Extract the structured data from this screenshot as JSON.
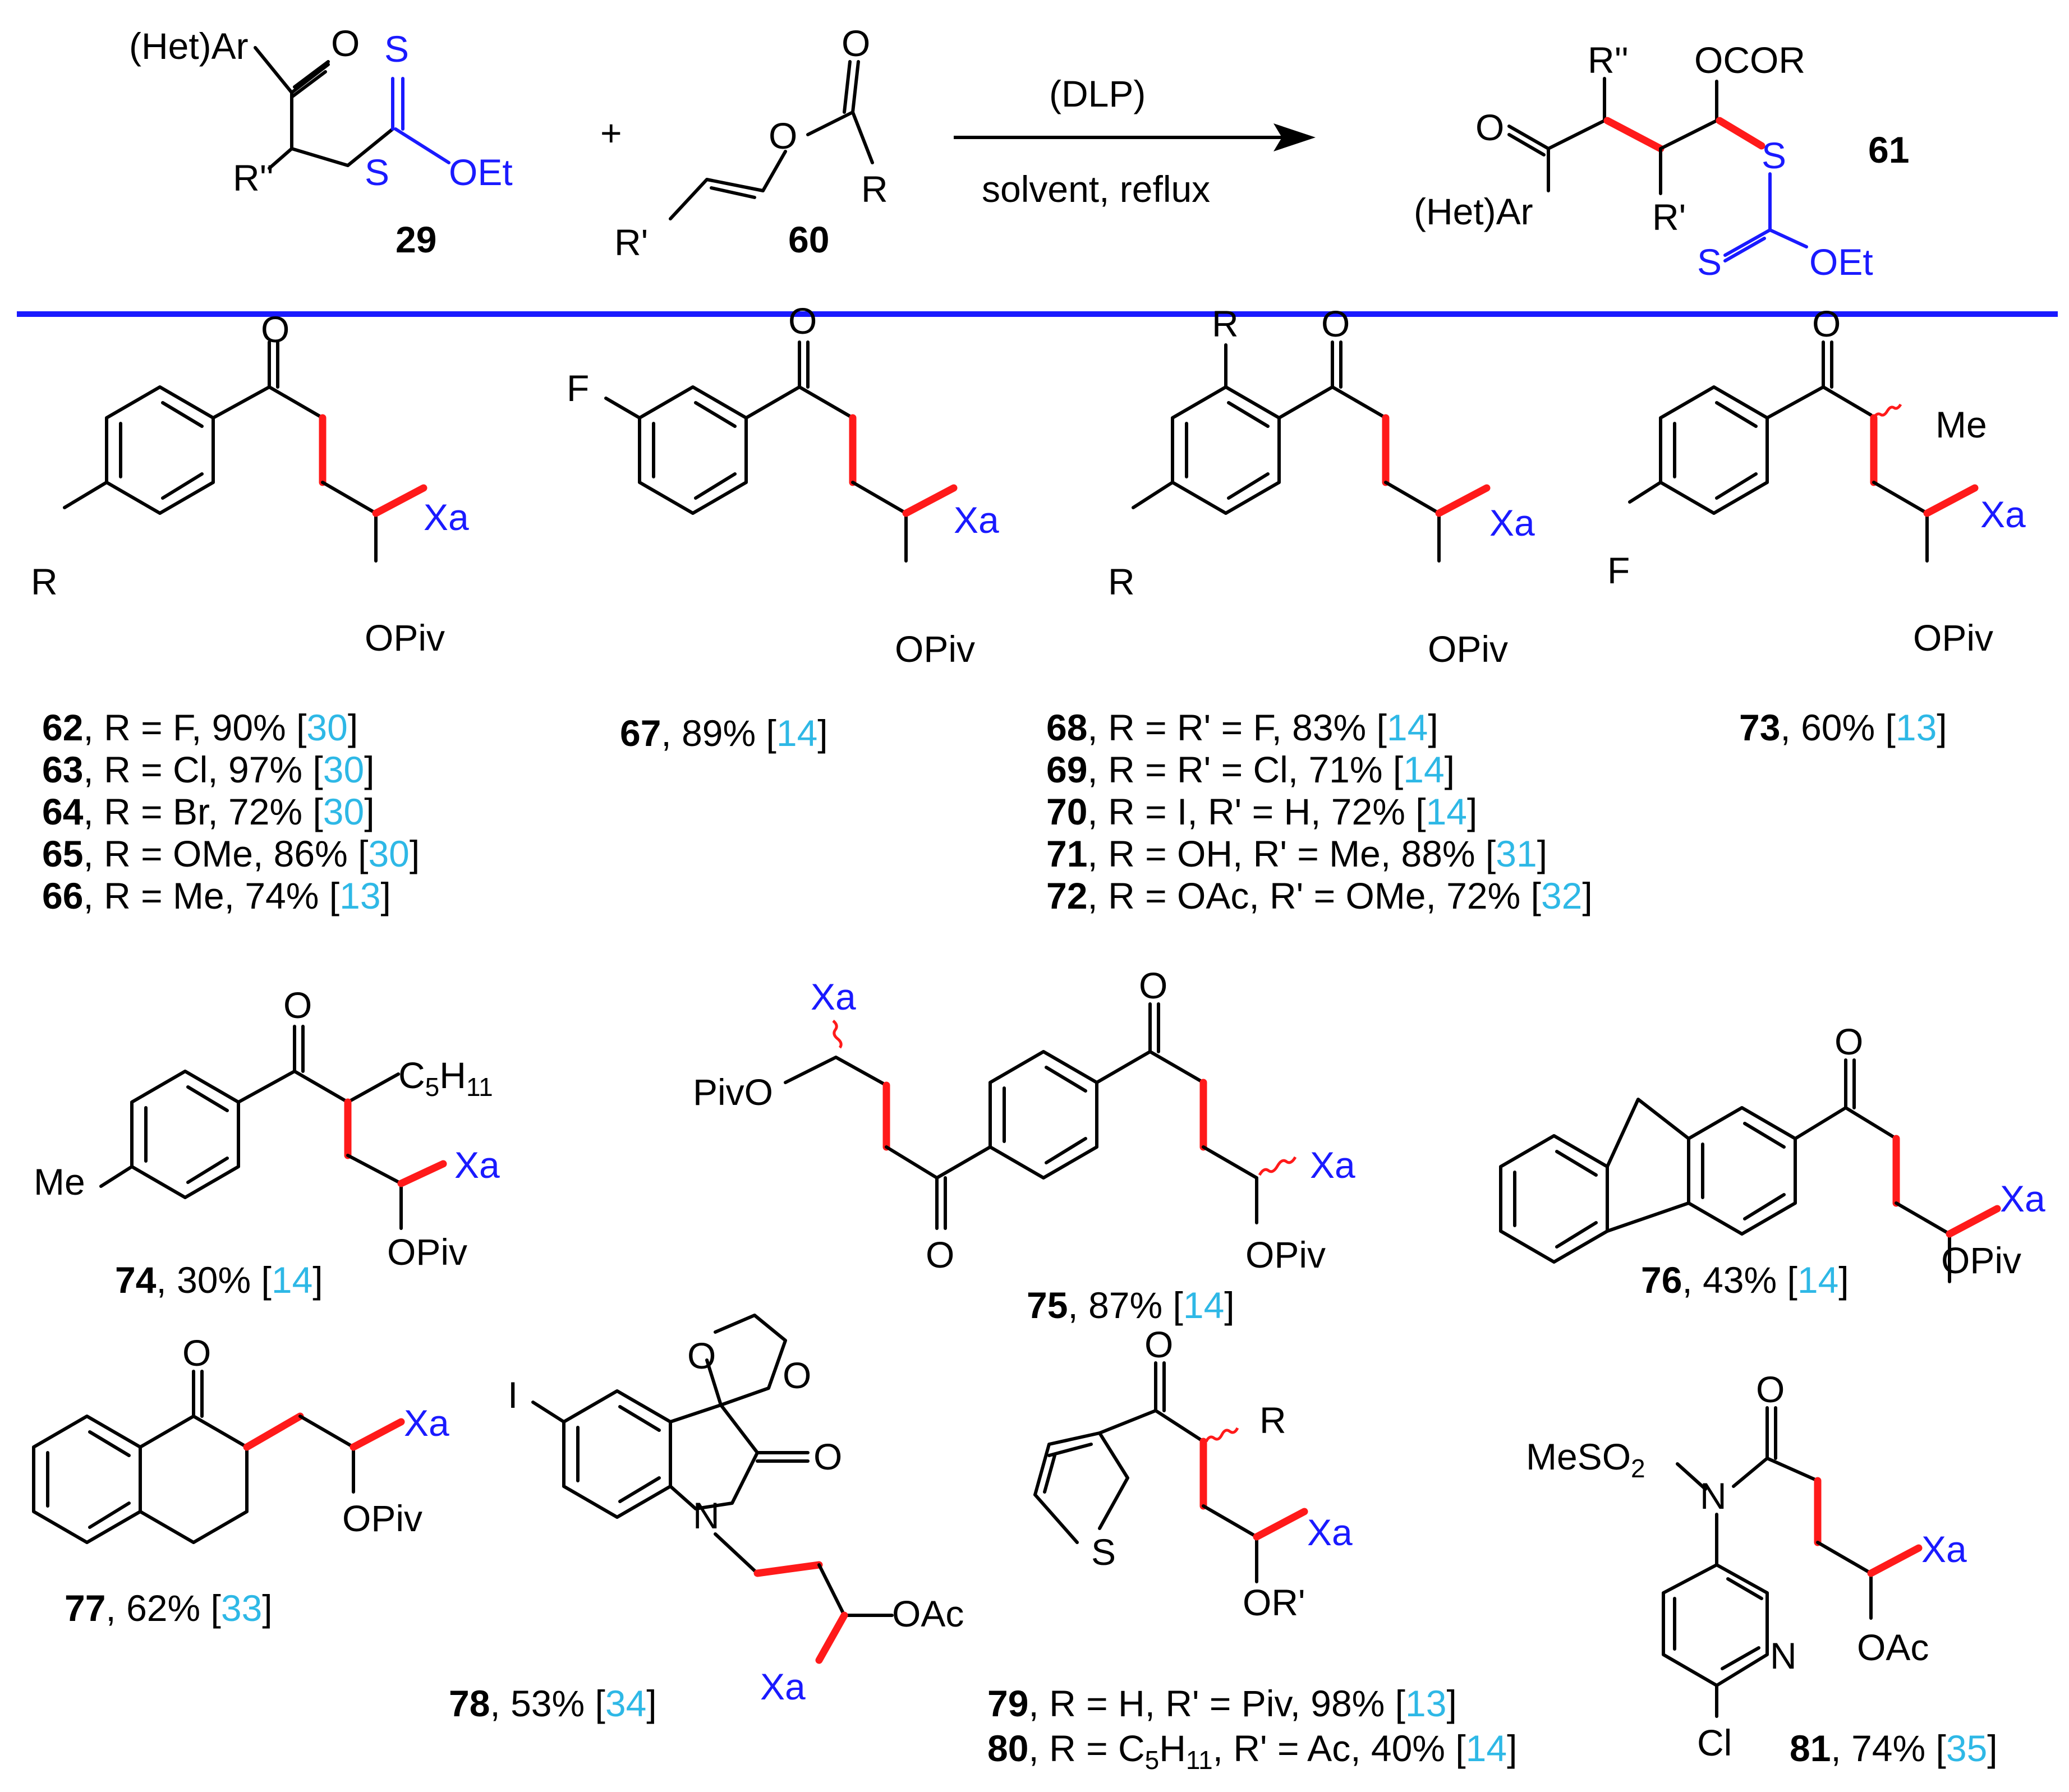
{
  "reaction": {
    "reactant_29": {
      "number": "29",
      "labels": [
        "(Het)Ar",
        "O",
        "R''",
        "S",
        "S",
        "OEt"
      ]
    },
    "plus": "+",
    "reactant_60": {
      "number": "60",
      "labels": [
        "O",
        "O",
        "R",
        "R'"
      ]
    },
    "condition_top": "(DLP)",
    "condition_bottom": "solvent, reflux",
    "product_61": {
      "number": "61",
      "labels": [
        "R''",
        "OCOR",
        "O",
        "S",
        "(Het)Ar",
        "R'",
        "S",
        "OEt"
      ]
    }
  },
  "common": {
    "xa": "Xa",
    "opiv": "OPiv",
    "o": "O",
    "oac": "OAc",
    "pivo": "PivO",
    "me": "Me",
    "f": "F",
    "r": "R",
    "ri": "I",
    "s": "S",
    "n": "N",
    "cl": "Cl",
    "or1": "OR'",
    "mes": "MeSO",
    "sub2": "2",
    "c5": "C",
    "c5h": "H",
    "s5": "5",
    "s11": "11"
  },
  "entries": [
    {
      "id": "e62",
      "num": "62",
      "text": ", R = F, 90% [",
      "ref": "30",
      "close": "]"
    },
    {
      "id": "e63",
      "num": "63",
      "text": ", R = Cl, 97% [",
      "ref": "30",
      "close": "]"
    },
    {
      "id": "e64",
      "num": "64",
      "text": ", R = Br, 72% [",
      "ref": "30",
      "close": "]"
    },
    {
      "id": "e65",
      "num": "65",
      "text": ", R = OMe, 86% [",
      "ref": "30",
      "close": "]"
    },
    {
      "id": "e66",
      "num": "66",
      "text": ", R = Me, 74% [",
      "ref": "13",
      "close": "]"
    },
    {
      "id": "e67",
      "num": "67",
      "text": ", 89% [",
      "ref": "14",
      "close": "]"
    },
    {
      "id": "e68",
      "num": "68",
      "text": ", R = R' = F, 83% [",
      "ref": "14",
      "close": "]"
    },
    {
      "id": "e69",
      "num": "69",
      "text": ", R = R' = Cl, 71% [",
      "ref": "14",
      "close": "]"
    },
    {
      "id": "e70",
      "num": "70",
      "text": ", R = I, R' = H, 72% [",
      "ref": "14",
      "close": "]"
    },
    {
      "id": "e71",
      "num": "71",
      "text": ", R = OH, R' = Me, 88% [",
      "ref": "31",
      "close": "]"
    },
    {
      "id": "e72",
      "num": "72",
      "text": ", R = OAc, R' = OMe, 72% [",
      "ref": "32",
      "close": "]"
    },
    {
      "id": "e73",
      "num": "73",
      "text": ", 60% [",
      "ref": "13",
      "close": "]"
    },
    {
      "id": "e74",
      "num": "74",
      "text": ", 30% [",
      "ref": "14",
      "close": "]"
    },
    {
      "id": "e75",
      "num": "75",
      "text": ", 87% [",
      "ref": "14",
      "close": "]"
    },
    {
      "id": "e76",
      "num": "76",
      "text": ", 43% [",
      "ref": "14",
      "close": "]"
    },
    {
      "id": "e77",
      "num": "77",
      "text": ", 62% [",
      "ref": "33",
      "close": "]"
    },
    {
      "id": "e78",
      "num": "78",
      "text": ", 53% [",
      "ref": "34",
      "close": "]"
    },
    {
      "id": "e79",
      "num": "79",
      "text": ", R = H, R' = Piv, 98% [",
      "ref": "13",
      "close": "]"
    },
    {
      "id": "e80a",
      "num": "80",
      "text": ", R = C",
      "ref": "",
      "close": ""
    },
    {
      "id": "e80b",
      "num": "",
      "text": "H",
      "ref": "",
      "close": ""
    },
    {
      "id": "e80c",
      "num": "",
      "text": ", R' = Ac, 40% [",
      "ref": "14",
      "close": "]"
    },
    {
      "id": "e81",
      "num": "81",
      "text": ", 74% [",
      "ref": "35",
      "close": "]"
    }
  ],
  "colors": {
    "xanthate": "#1a1aff",
    "new_bond": "#ff1a1a",
    "reference": "#2eb8e6",
    "divider": "#1a1aff"
  }
}
